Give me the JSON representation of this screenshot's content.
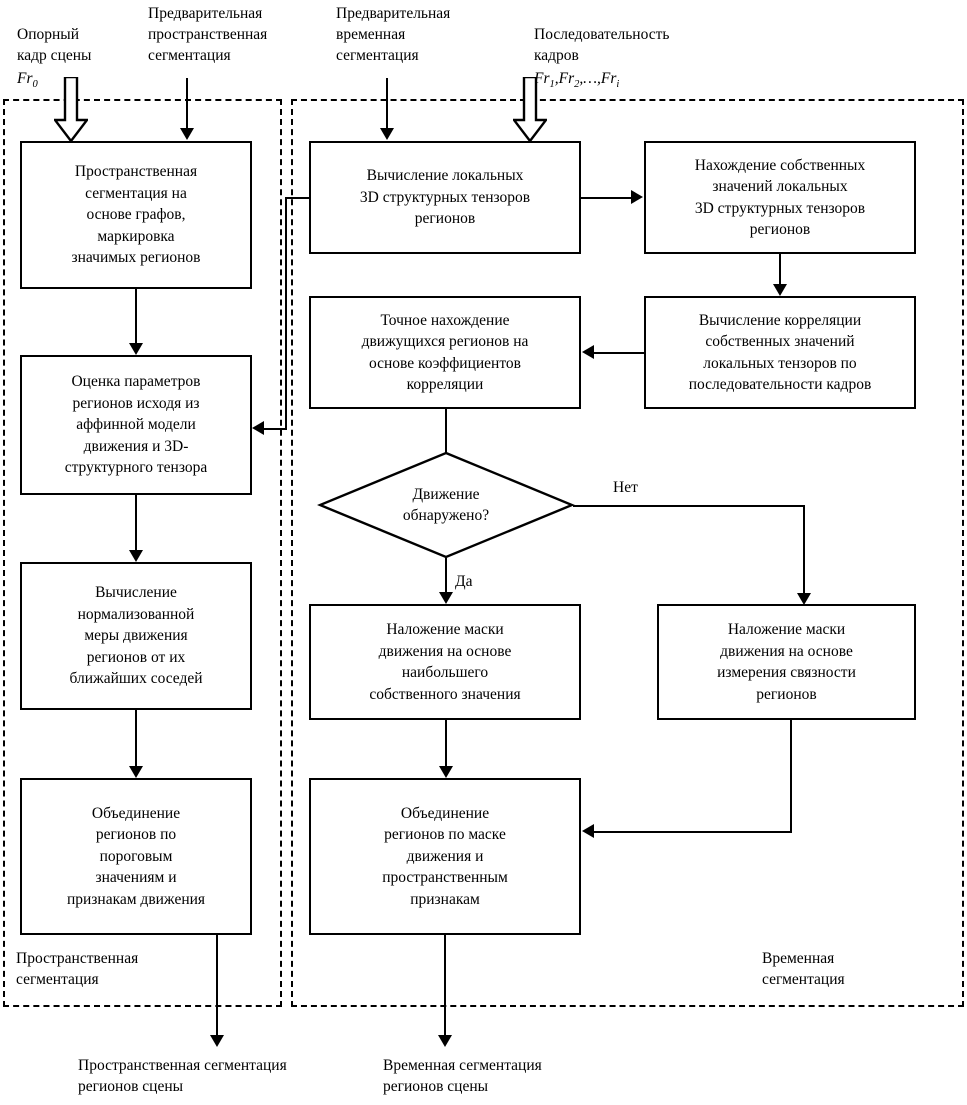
{
  "diagram": {
    "title_lang": "ru",
    "inputs": [
      {
        "id": "ref-frame",
        "text": "Опорный\nкадр сцены",
        "math": "Fr",
        "mathsub": "0",
        "arrow": "hollow"
      },
      {
        "id": "pre-spatial-seg",
        "text": "Предварительная\nпространственная\nсегментация",
        "arrow": "solid"
      },
      {
        "id": "pre-temporal-seg",
        "text": "Предварительная\nвременная\nсегментация",
        "arrow": "solid"
      },
      {
        "id": "frame-sequence",
        "text": "Последовательность\nкадров",
        "math": "Fr",
        "mathsub": "1",
        "math2": "Fr",
        "math2sub": "2",
        "math3": "Fr",
        "math3sub": "i",
        "arrow": "hollow"
      }
    ],
    "panels": [
      {
        "id": "spatial-panel",
        "label": "Пространственная\nсегментация"
      },
      {
        "id": "temporal-panel",
        "label": "Временная\nсегментация"
      }
    ],
    "nodes": [
      {
        "id": "n1",
        "text": "Пространственная\nсегментация на\nоснове графов,\nмаркировка\nзначимых регионов"
      },
      {
        "id": "n2",
        "text": "Оценка параметров\nрегионов исходя из\nаффинной модели\nдвижения и 3D-\nструктурного тензора"
      },
      {
        "id": "n3",
        "text": "Вычисление\nнормализованной\nмеры движения\nрегионов от их\nближайших соседей"
      },
      {
        "id": "n4",
        "text": "Объединение\nрегионов по\nпороговым\nзначениям и\nпризнакам движения"
      },
      {
        "id": "n5",
        "text": "Вычисление локальных\n3D структурных тензоров\nрегионов"
      },
      {
        "id": "n6",
        "text": "Нахождение собственных\nзначений локальных\n3D структурных тензоров\nрегионов"
      },
      {
        "id": "n7",
        "text": "Точное нахождение\nдвижущихся регионов на\nоснове коэффициентов\nкорреляции"
      },
      {
        "id": "n8",
        "text": "Вычисление корреляции\nсобственных значений\nлокальных тензоров по\nпоследовательности кадров"
      },
      {
        "id": "n9",
        "text": "Наложение маски\nдвижения на основе\nнаибольшего\nсобственного значения"
      },
      {
        "id": "n10",
        "text": "Наложение маски\nдвижения на основе\nизмерения связности\nрегионов"
      },
      {
        "id": "n11",
        "text": "Объединение\nрегионов по маске\nдвижения и\nпространственным\nпризнакам"
      }
    ],
    "decision": {
      "id": "d1",
      "text": "Движение\nобнаружено?",
      "yes": "Да",
      "no": "Нет"
    },
    "outputs": [
      {
        "id": "out-spatial",
        "text": "Пространственная сегментация\nрегионов сцены"
      },
      {
        "id": "out-temporal",
        "text": "Временная сегментация\nрегионов сцены"
      }
    ],
    "colors": {
      "stroke": "#000000",
      "background": "#ffffff"
    }
  }
}
